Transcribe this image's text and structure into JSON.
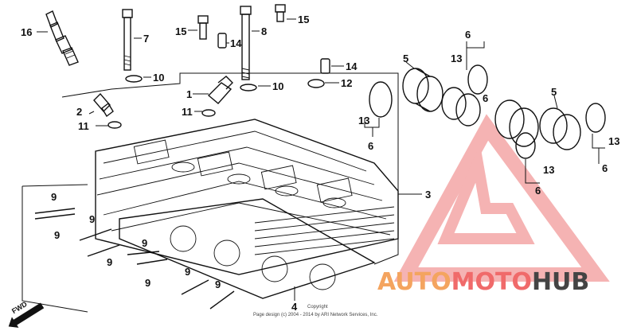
{
  "callouts": {
    "c1": "1",
    "c2": "2",
    "c3": "3",
    "c4": "4",
    "c5a": "5",
    "c5b": "5",
    "c6a": "6",
    "c6b": "6",
    "c6c": "6",
    "c6d": "6",
    "c6e": "6",
    "c7": "7",
    "c8": "8",
    "c9a": "9",
    "c9b": "9",
    "c9c": "9",
    "c9d": "9",
    "c9e": "9",
    "c9f": "9",
    "c9g": "9",
    "c9h": "9",
    "c10a": "10",
    "c10b": "10",
    "c11a": "11",
    "c11b": "11",
    "c12": "12",
    "c13a": "13",
    "c13b": "13",
    "c13c": "13",
    "c13d": "13",
    "c14a": "14",
    "c14b": "14",
    "c15a": "15",
    "c15b": "15",
    "c16": "16"
  },
  "direction_marker": "FWD",
  "copyright": {
    "line1": "Copyright",
    "line2": "Page design (c) 2004 - 2014 by ARI Network Services, Inc."
  },
  "watermark": {
    "part1": "AUTO",
    "part2": "MOTO",
    "part3": "HUB",
    "colors": {
      "auto": "#f4a45f",
      "moto": "#f06a6a",
      "hub": "#444444",
      "triangle": "#f29a9a"
    }
  }
}
